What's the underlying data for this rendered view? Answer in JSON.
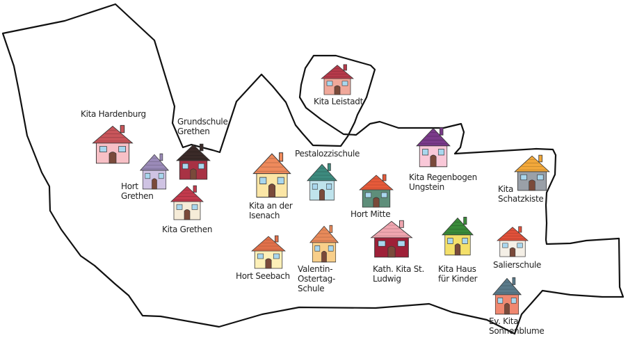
{
  "map": {
    "outline_color": "#111111",
    "fill_color": "#ffffff"
  },
  "places": [
    {
      "id": "kita-hardenburg",
      "label": "Kita Hardenburg",
      "type": "kita",
      "roof_color": "#c8555a",
      "wall_color": "#f7c0c6"
    },
    {
      "id": "grundschule-grethen",
      "label": "Grundschule Grethen",
      "type": "school",
      "roof_color": "#3a2a28",
      "wall_color": "#a83244"
    },
    {
      "id": "hort-grethen",
      "label": "Hort Grethen",
      "type": "hort",
      "roof_color": "#9a8ab8",
      "wall_color": "#cfc3e3"
    },
    {
      "id": "kita-grethen",
      "label": "Kita Grethen",
      "type": "kita",
      "roof_color": "#c23a4c",
      "wall_color": "#f6ecd8"
    },
    {
      "id": "kita-leistadt",
      "label": "Kita Leistadt",
      "type": "kita",
      "roof_color": "#b53a4a",
      "wall_color": "#f0a89a"
    },
    {
      "id": "kita-an-der-isenach",
      "label": "Kita an der Isenach",
      "type": "kita",
      "roof_color": "#ee8a5c",
      "wall_color": "#fbe6a6"
    },
    {
      "id": "pestalozzischule",
      "label": "Pestalozzischule",
      "type": "school",
      "roof_color": "#3d8a7e",
      "wall_color": "#bfe3ec"
    },
    {
      "id": "hort-mitte",
      "label": "Hort Mitte",
      "type": "hort",
      "roof_color": "#e65a3a",
      "wall_color": "#5e8e7a"
    },
    {
      "id": "kita-regenbogen-ungstein",
      "label": "Kita Regenbogen Ungstein",
      "type": "kita",
      "roof_color": "#7a3a8a",
      "wall_color": "#f9c8d8"
    },
    {
      "id": "kita-schatzkiste",
      "label": "Kita Schatzkiste",
      "type": "kita",
      "roof_color": "#f2a83a",
      "wall_color": "#9aa0a8"
    },
    {
      "id": "hort-seebach",
      "label": "Hort Seebach",
      "type": "hort",
      "roof_color": "#e0704a",
      "wall_color": "#fdf0b8"
    },
    {
      "id": "valentin-ostertag-schule",
      "label": "Valentin-Ostertag-Schule",
      "type": "school",
      "roof_color": "#e88a5a",
      "wall_color": "#f8cf8a"
    },
    {
      "id": "kath-kita-st-ludwig",
      "label": "Kath. Kita St. Ludwig",
      "type": "kita",
      "roof_color": "#f0a6b0",
      "wall_color": "#9e2038"
    },
    {
      "id": "kita-haus-fuer-kinder",
      "label": "Kita Haus für Kinder",
      "type": "kita",
      "roof_color": "#3a8a3a",
      "wall_color": "#f4e06a"
    },
    {
      "id": "salierschule",
      "label": "Salierschule",
      "type": "school",
      "roof_color": "#e0503a",
      "wall_color": "#f4efe6"
    },
    {
      "id": "ev-kita-sonnenblume",
      "label": "Ev. Kita Sonnenblume",
      "type": "kita",
      "roof_color": "#5a7a8a",
      "wall_color": "#f08870"
    }
  ]
}
